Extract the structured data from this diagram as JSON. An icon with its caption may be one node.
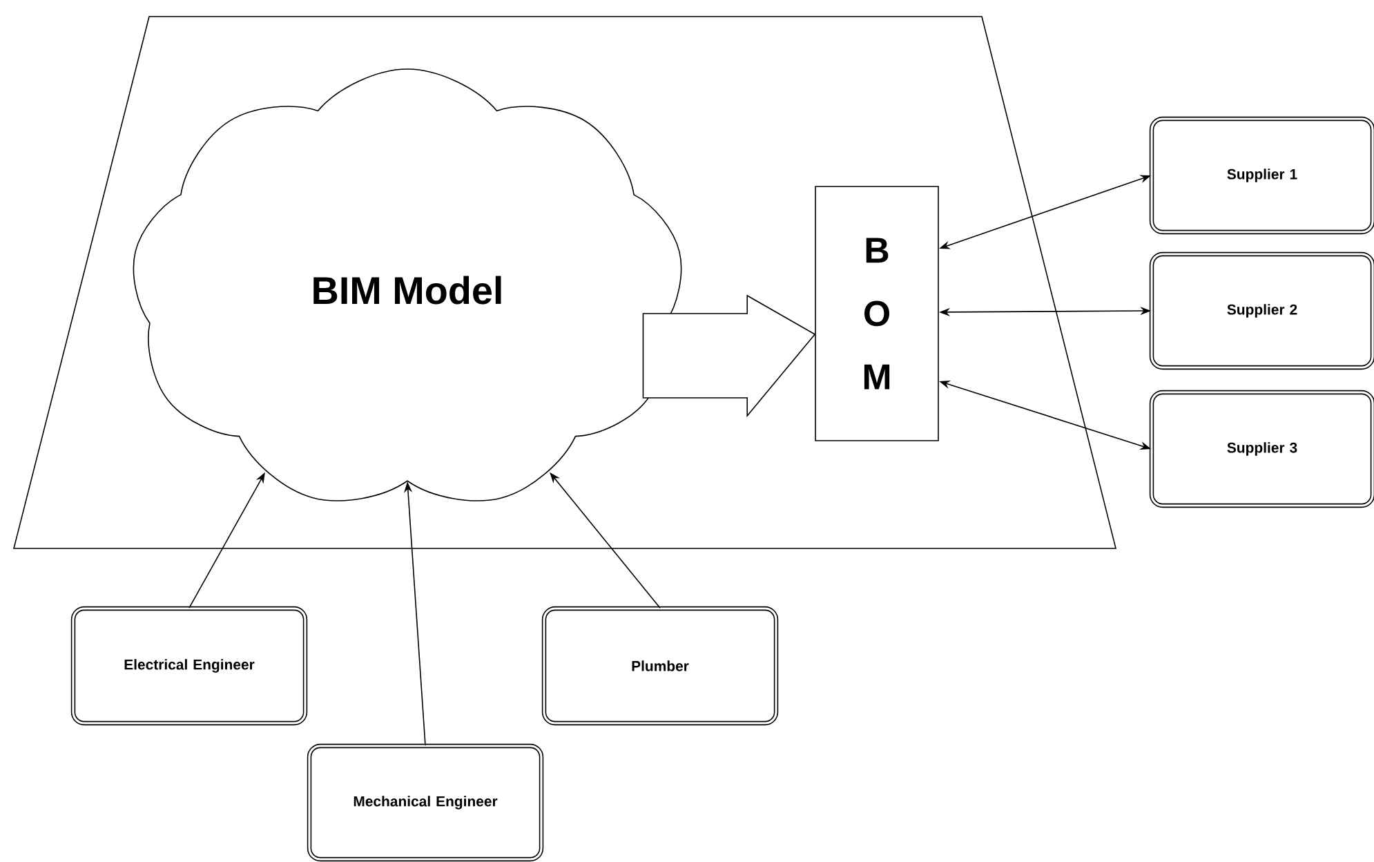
{
  "diagram": {
    "nodes": [
      {
        "text": [],
        "shape": "trapezoid"
      },
      {
        "text": [
          "BIM Model"
        ],
        "in": 0
      },
      {
        "text": [
          "B O M"
        ],
        "in": 0
      },
      {
        "text": [
          "Supplier 1"
        ]
      },
      {
        "text": [
          "Supplier 2"
        ]
      },
      {
        "text": [
          "Supplier 3"
        ]
      },
      {
        "text": [
          "Electrical Engineer"
        ]
      },
      {
        "text": [
          "Mechanical Engineer"
        ]
      },
      {
        "text": [
          "Plumber"
        ]
      }
    ],
    "edges": [
      {
        "from": 1,
        "to": 2,
        "arrow": "to",
        "style": "thick"
      },
      {
        "from": 2,
        "to": 3,
        "arrow": "both"
      },
      {
        "from": 2,
        "to": 4,
        "arrow": "both"
      },
      {
        "from": 2,
        "to": 5,
        "arrow": "both"
      },
      {
        "from": 6,
        "to": 1,
        "arrow": "to"
      },
      {
        "from": 7,
        "to": 1,
        "arrow": "to"
      },
      {
        "from": 8,
        "to": 1,
        "arrow": "to"
      }
    ]
  }
}
